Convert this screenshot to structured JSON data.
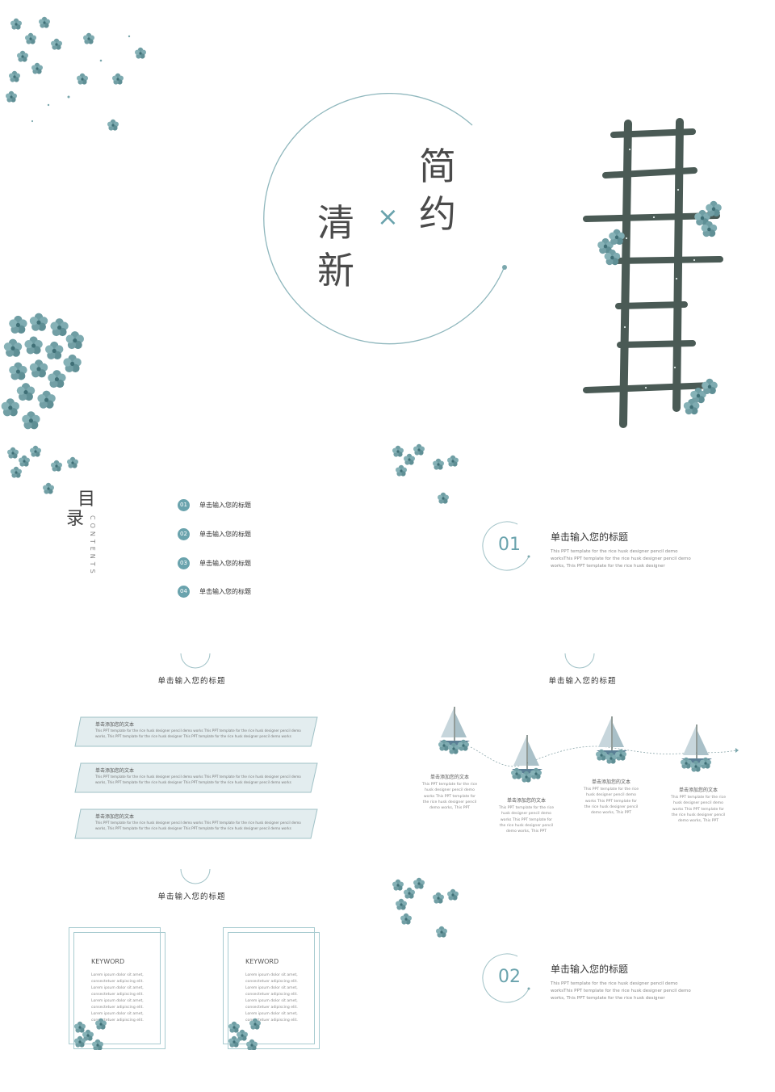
{
  "cover": {
    "chars_left": [
      "清",
      "新"
    ],
    "chars_right": [
      "简",
      "约"
    ],
    "separator": "×"
  },
  "toc": {
    "title_line1": "目",
    "title_line2": "录",
    "subtitle": "CONTENTS",
    "items": [
      {
        "num": "01",
        "label": "单击输入您的标题"
      },
      {
        "num": "02",
        "label": "单击输入您的标题"
      },
      {
        "num": "03",
        "label": "单击输入您的标题"
      },
      {
        "num": "04",
        "label": "单击输入您的标题"
      }
    ]
  },
  "section1": {
    "num": "01",
    "title": "单击输入您的标题",
    "desc": "This PPT template for the rice husk designer pencil demo worksThis PPT template for the rice husk designer pencil demo works, This PPT template for the rice husk designer"
  },
  "list_slide": {
    "title": "单击输入您的标题",
    "boxes": [
      {
        "head": "单击添加您的文本",
        "text": "This PPT template for the rice husk designer pencil demo works This PPT template for the rice husk designer pencil demo works, This PPT template for the rice husk designer This PPT template for the rice husk designer pencil demo works"
      },
      {
        "head": "单击添加您的文本",
        "text": "This PPT template for the rice husk designer pencil demo works This PPT template for the rice husk designer pencil demo works, This PPT template for the rice husk designer This PPT template for the rice husk designer pencil demo works"
      },
      {
        "head": "单击添加您的文本",
        "text": "This PPT template for the rice husk designer pencil demo works This PPT template for the rice husk designer pencil demo works, This PPT template for the rice husk designer This PPT template for the rice husk designer pencil demo works"
      }
    ]
  },
  "timeline_slide": {
    "title": "单击输入您的标题",
    "items": [
      {
        "head": "单击添加您的文本",
        "text": "This PPT template for the rice husk designer pencil demo works This PPT template for the rice husk designer pencil demo works, This PPT"
      },
      {
        "head": "单击添加您的文本",
        "text": "This PPT template for the rice husk designer pencil demo works This PPT template for the rice husk designer pencil demo works, This PPT"
      },
      {
        "head": "单击添加您的文本",
        "text": "This PPT template for the rice husk designer pencil demo works This PPT template for the rice husk designer pencil demo works, This PPT"
      },
      {
        "head": "单击添加您的文本",
        "text": "This PPT template for the rice husk designer pencil demo works This PPT template for the rice husk designer pencil demo works, This PPT"
      }
    ]
  },
  "cards_slide": {
    "title": "单击输入您的标题",
    "cards": [
      {
        "keyword": "KEYWORD",
        "text": "Lorem ipsum dolor sit amet, consectetuer adipiscing elit. Lorem ipsum dolor sit amet, consectetuer adipiscing elit. Lorem ipsum dolor sit amet, consectetuer adipiscing elit. Lorem ipsum dolor sit amet, consectetuer adipiscing elit."
      },
      {
        "keyword": "KEYWORD",
        "text": "Lorem ipsum dolor sit amet, consectetuer adipiscing elit. Lorem ipsum dolor sit amet, consectetuer adipiscing elit. Lorem ipsum dolor sit amet, consectetuer adipiscing elit. Lorem ipsum dolor sit amet, consectetuer adipiscing elit."
      }
    ]
  },
  "section2": {
    "num": "02",
    "title": "单击输入您的标题",
    "desc": "This PPT template for the rice husk designer pencil demo worksThis PPT template for the rice husk designer pencil demo works, This PPT template for the rice husk designer"
  },
  "colors": {
    "accent": "#6aa3ad",
    "flower": "#5b8f96",
    "panel": "#e3edef"
  },
  "icons": [
    "flower-cluster-icon",
    "ladder-illustration",
    "flower-boat-icon",
    "arc-decoration-icon"
  ]
}
